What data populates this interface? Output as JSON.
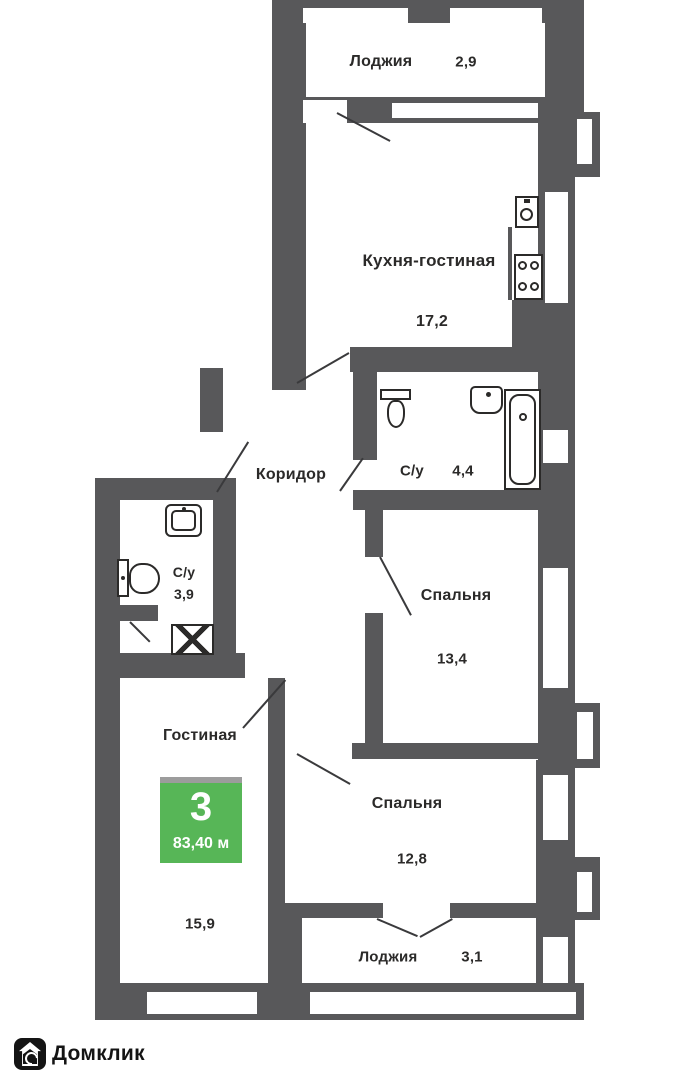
{
  "colors": {
    "wall": "#58585a",
    "ink": "#2b2a29",
    "door": "#3a3a3c",
    "green": "#57b657",
    "bar": "#9c9c9c",
    "logo": "#141414"
  },
  "badge": {
    "rooms": "3",
    "area": "83,40 м"
  },
  "logo": {
    "brand": "Домклик"
  },
  "rooms": {
    "loggia_top": {
      "name": "Лоджия",
      "area": "2,9"
    },
    "kitchen": {
      "name": "Кухня-гостиная",
      "area": "17,2"
    },
    "corridor": {
      "name": "Коридор"
    },
    "bathroom": {
      "name": "С/у",
      "area": "4,4"
    },
    "wc": {
      "name": "С/у",
      "area": "3,9"
    },
    "bedroom_mid": {
      "name": "Спальня",
      "area": "13,4"
    },
    "living": {
      "name": "Гостиная",
      "area": "15,9"
    },
    "bedroom_bottom": {
      "name": "Спальня",
      "area": "12,8"
    },
    "loggia_bottom": {
      "name": "Лоджия",
      "area": "3,1"
    }
  },
  "icons": [
    "kitchen-sink-icon",
    "stove-icon",
    "toilet-icon",
    "washbasin-icon",
    "bathtub-icon",
    "shower-drain-icon",
    "house-logo-icon"
  ]
}
